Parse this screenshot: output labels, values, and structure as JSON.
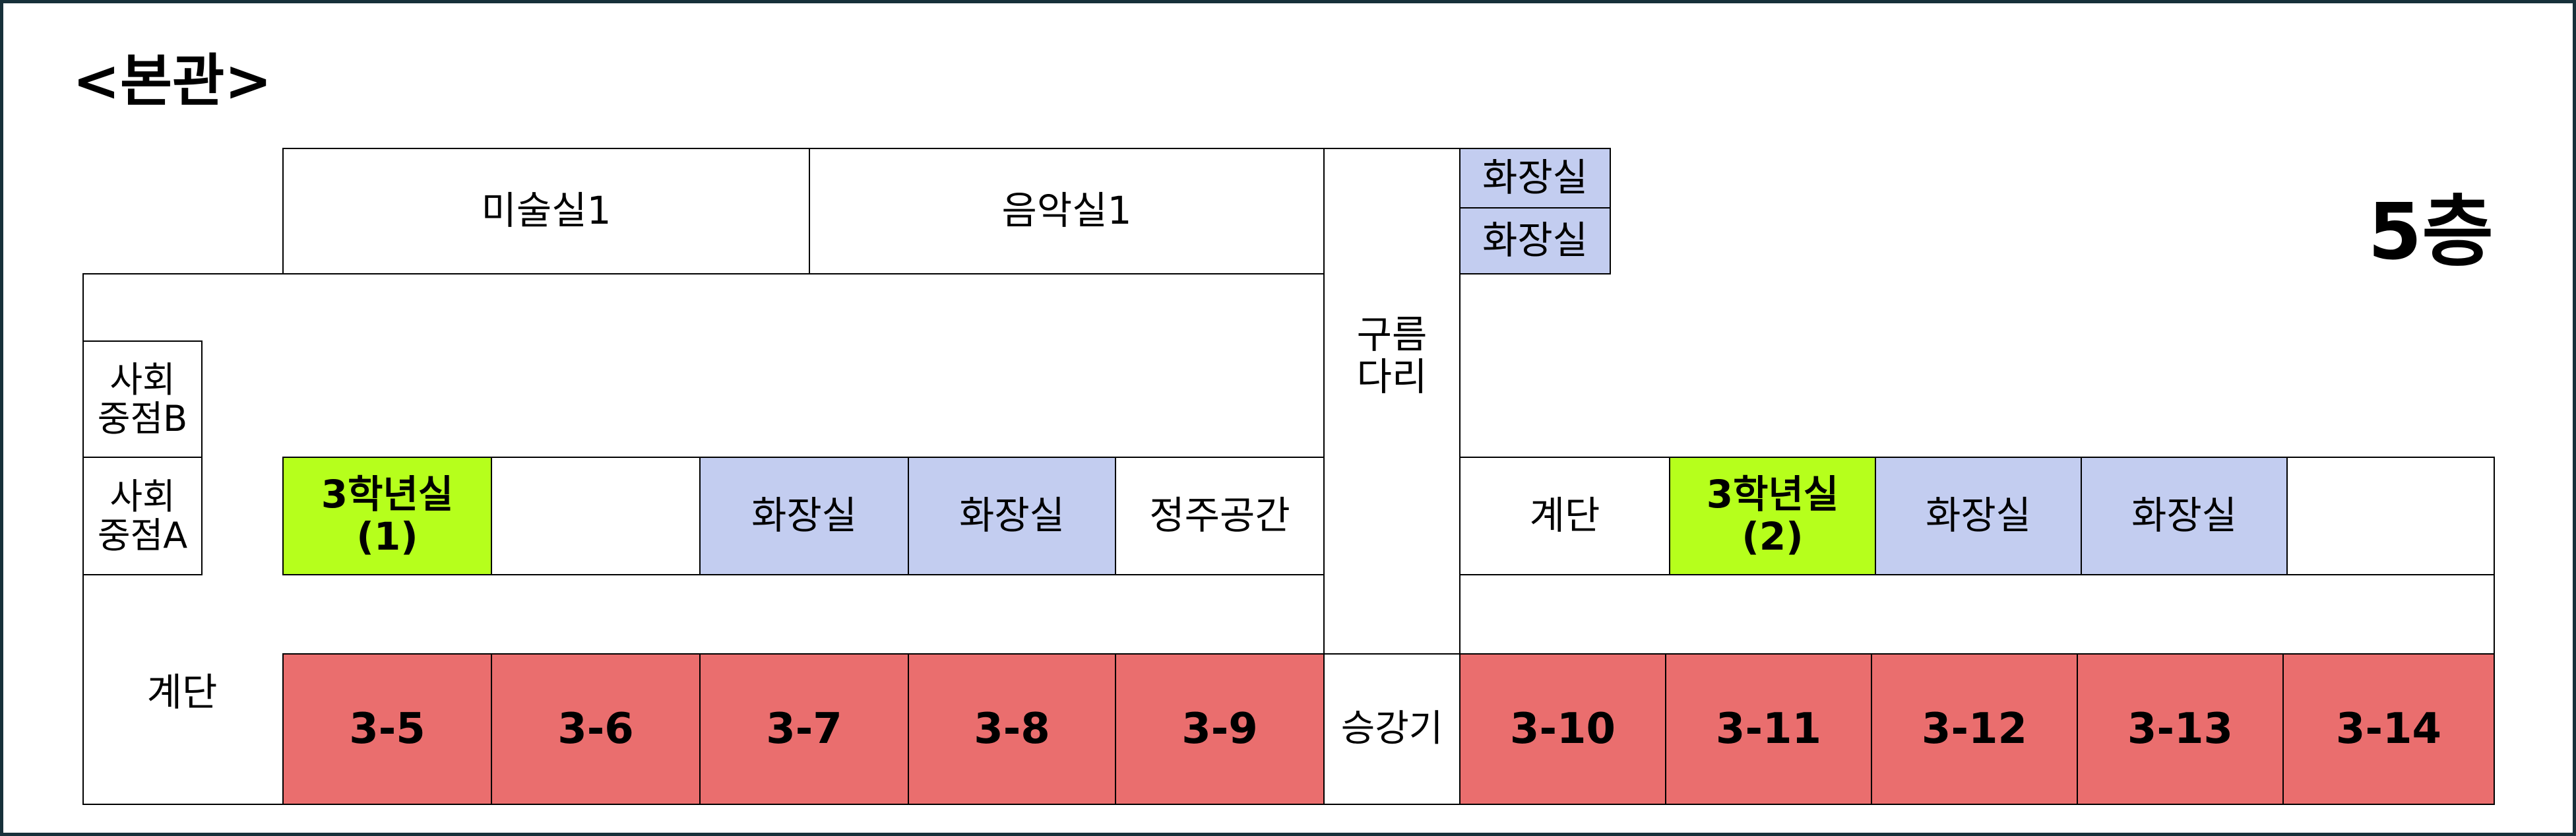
{
  "title": "<본관>",
  "floor": "5층",
  "colors": {
    "classroom": "#ea6e6e",
    "grade_room": "#b6ff1c",
    "restroom": "#c3cdf0",
    "border": "#000000",
    "frame": "#17303a"
  },
  "rooms": {
    "art_room": "미술실1",
    "music_room": "음악실1",
    "restroom_top1": "화장실",
    "restroom_top2": "화장실",
    "bridge": "구름\n다리",
    "social_b": "사회\n중점B",
    "social_a": "사회\n중점A",
    "grade_room_1": "3학년실\n(1)",
    "restroom_mid1": "화장실",
    "restroom_mid2": "화장실",
    "prayer_room": "정주공간",
    "stairs_right": "계단",
    "grade_room_2": "3학년실\n(2)",
    "restroom_mid3": "화장실",
    "restroom_mid4": "화장실",
    "stairs_left": "계단",
    "elevator": "승강기"
  },
  "classrooms_left": [
    "3-5",
    "3-6",
    "3-7",
    "3-8",
    "3-9"
  ],
  "classrooms_right": [
    "3-10",
    "3-11",
    "3-12",
    "3-13",
    "3-14"
  ]
}
